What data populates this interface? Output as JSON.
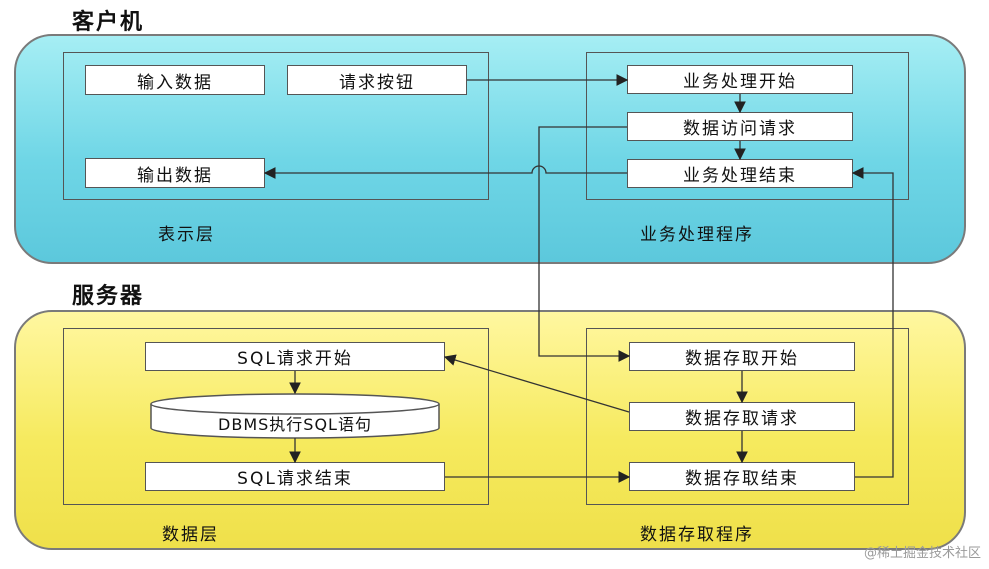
{
  "client": {
    "title": "客户机",
    "presentation": {
      "label": "表示层",
      "input_data": "输入数据",
      "request_button": "请求按钮",
      "output_data": "输出数据"
    },
    "business": {
      "label": "业务处理程序",
      "start": "业务处理开始",
      "data_access": "数据访问请求",
      "end": "业务处理结束"
    }
  },
  "server": {
    "title": "服务器",
    "data_layer": {
      "label": "数据层",
      "sql_start": "SQL请求开始",
      "dbms_exec": "DBMS执行SQL语句",
      "sql_end": "SQL请求结束"
    },
    "data_access": {
      "label": "数据存取程序",
      "start": "数据存取开始",
      "request": "数据存取请求",
      "end": "数据存取结束"
    }
  },
  "watermark": "@稀土掘金技术社区",
  "colors": {
    "client_band": "#6fd6e6",
    "server_band": "#f6ea5e",
    "box_fill": "#ffffff",
    "line": "#333333"
  }
}
